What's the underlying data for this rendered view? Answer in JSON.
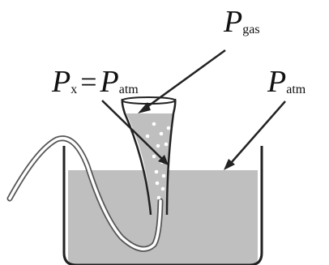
{
  "labels": {
    "p_gas": {
      "symbol": "P",
      "subscript": "gas"
    },
    "p_x_equals_p_atm": {
      "left_symbol": "P",
      "left_subscript": "x",
      "operator": "=",
      "right_symbol": "P",
      "right_subscript": "atm"
    },
    "p_atm": {
      "symbol": "P",
      "subscript": "atm"
    }
  },
  "colors": {
    "water": "#bfbfbf",
    "outline": "#222222",
    "bubbles": "#ffffff",
    "background": "#ffffff"
  }
}
